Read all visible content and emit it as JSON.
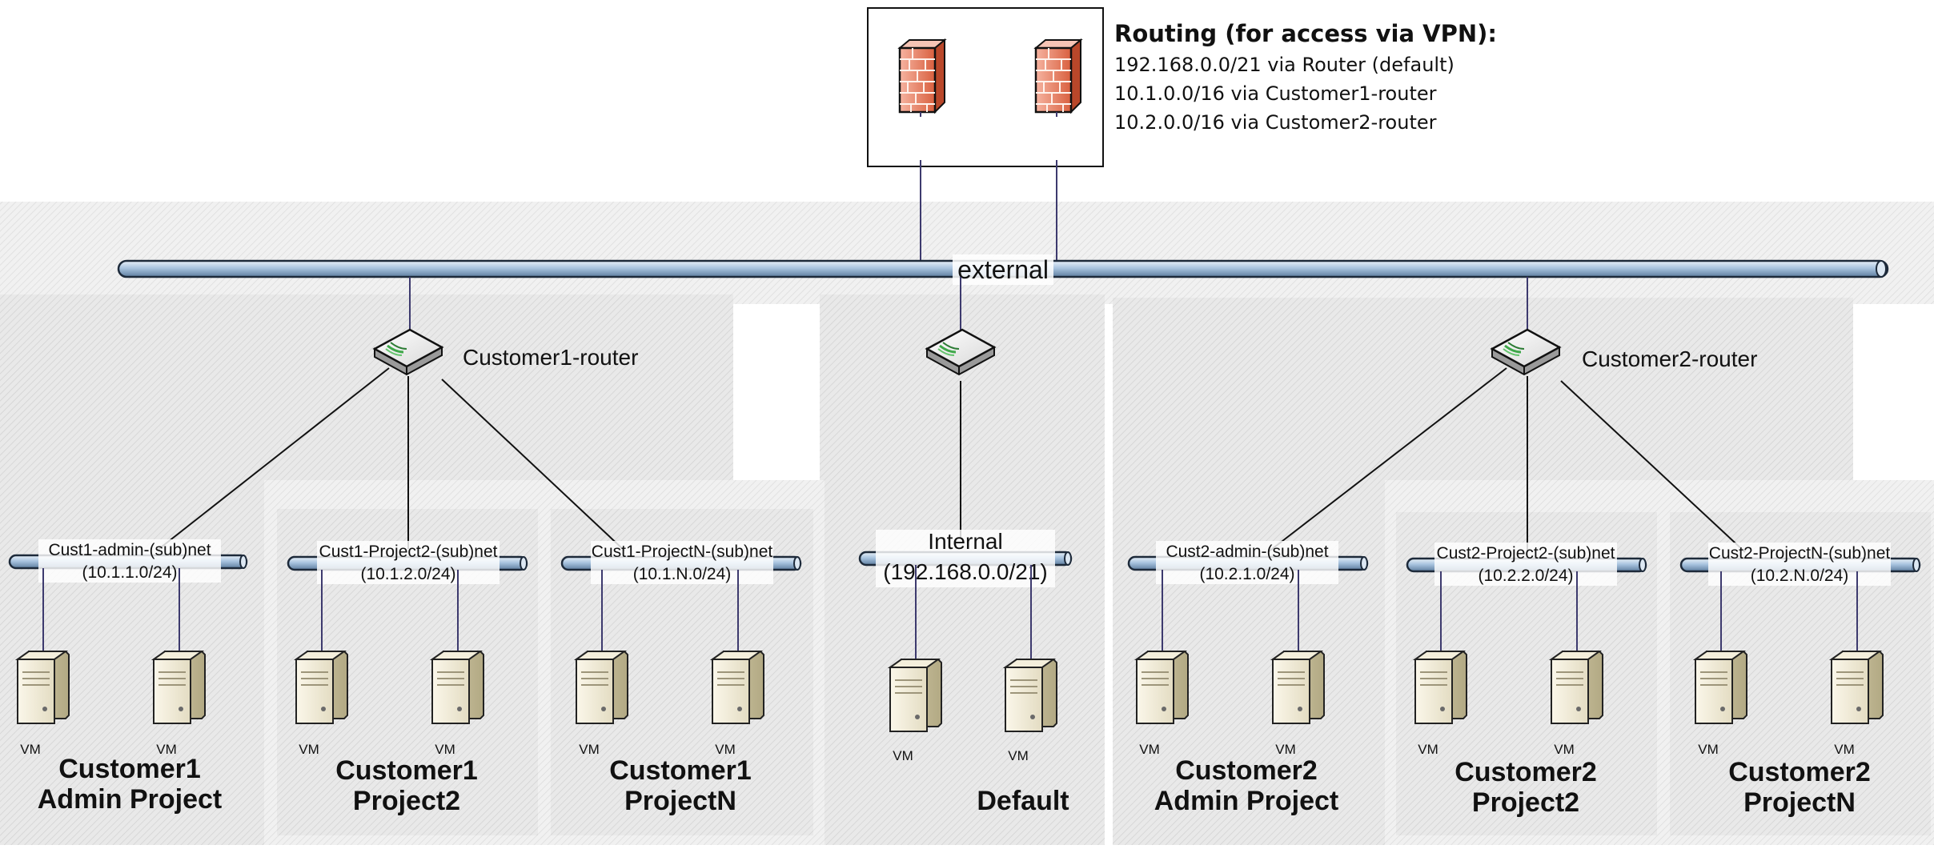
{
  "routing": {
    "title": "Routing (for access via VPN):",
    "routes": [
      "192.168.0.0/21 via Router (default)",
      "10.1.0.0/16 via Customer1-router",
      "10.2.0.0/16 via Customer2-router"
    ]
  },
  "external_network": {
    "label": "external"
  },
  "routers": [
    {
      "label": "Customer1-router"
    },
    {
      "label": ""
    },
    {
      "label": "Customer2-router"
    }
  ],
  "subnets": [
    {
      "name": "Cust1-admin-(sub)net",
      "cidr": "(10.1.1.0/24)"
    },
    {
      "name": "Cust1-Project2-(sub)net",
      "cidr": "(10.1.2.0/24)"
    },
    {
      "name": "Cust1-ProjectN-(sub)net",
      "cidr": "(10.1.N.0/24)"
    },
    {
      "name": "Internal",
      "cidr": "(192.168.0.0/21)"
    },
    {
      "name": "Cust2-admin-(sub)net",
      "cidr": "(10.2.1.0/24)"
    },
    {
      "name": "Cust2-Project2-(sub)net",
      "cidr": "(10.2.2.0/24)"
    },
    {
      "name": "Cust2-ProjectN-(sub)net",
      "cidr": "(10.2.N.0/24)"
    }
  ],
  "vm_label": "VM",
  "projects": [
    {
      "line1": "Customer1",
      "line2": "Admin Project"
    },
    {
      "line1": "Customer1",
      "line2": "Project2"
    },
    {
      "line1": "Customer1",
      "line2": "ProjectN"
    },
    {
      "line1": "",
      "line2": "Default"
    },
    {
      "line1": "Customer2",
      "line2": "Admin Project"
    },
    {
      "line1": "Customer2",
      "line2": "Project2"
    },
    {
      "line1": "Customer2",
      "line2": "ProjectN"
    }
  ],
  "colors": {
    "pipe_fill": "#b9cfe4",
    "pipe_stroke": "#1d2a3a",
    "link_line": "#3d3a6e",
    "zone_fill": "#ececec",
    "firewall": "#e8866b"
  }
}
